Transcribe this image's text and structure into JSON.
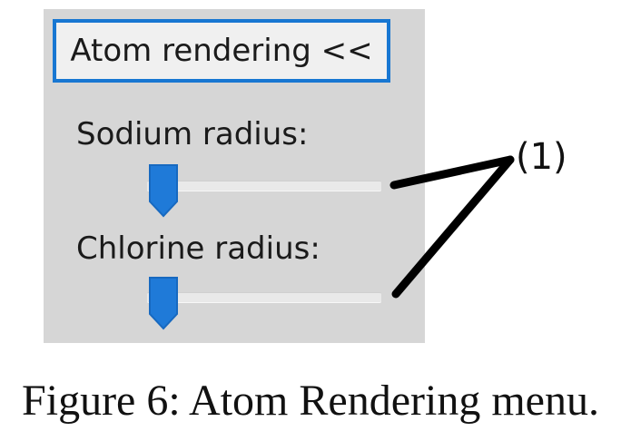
{
  "panel": {
    "toggle_button_label": "Atom rendering <<",
    "sliders": [
      {
        "label": "Sodium radius:",
        "value_fraction": 0.0
      },
      {
        "label": "Chlorine radius:",
        "value_fraction": 0.0
      }
    ]
  },
  "annotation": {
    "callout_label": "(1)"
  },
  "caption": "Figure 6: Atom Rendering menu.",
  "colors": {
    "panel_bg": "#d6d6d6",
    "accent": "#1877d2",
    "thumb": "#1f7ad8"
  },
  "icons": [
    "slider-thumb-icon"
  ]
}
